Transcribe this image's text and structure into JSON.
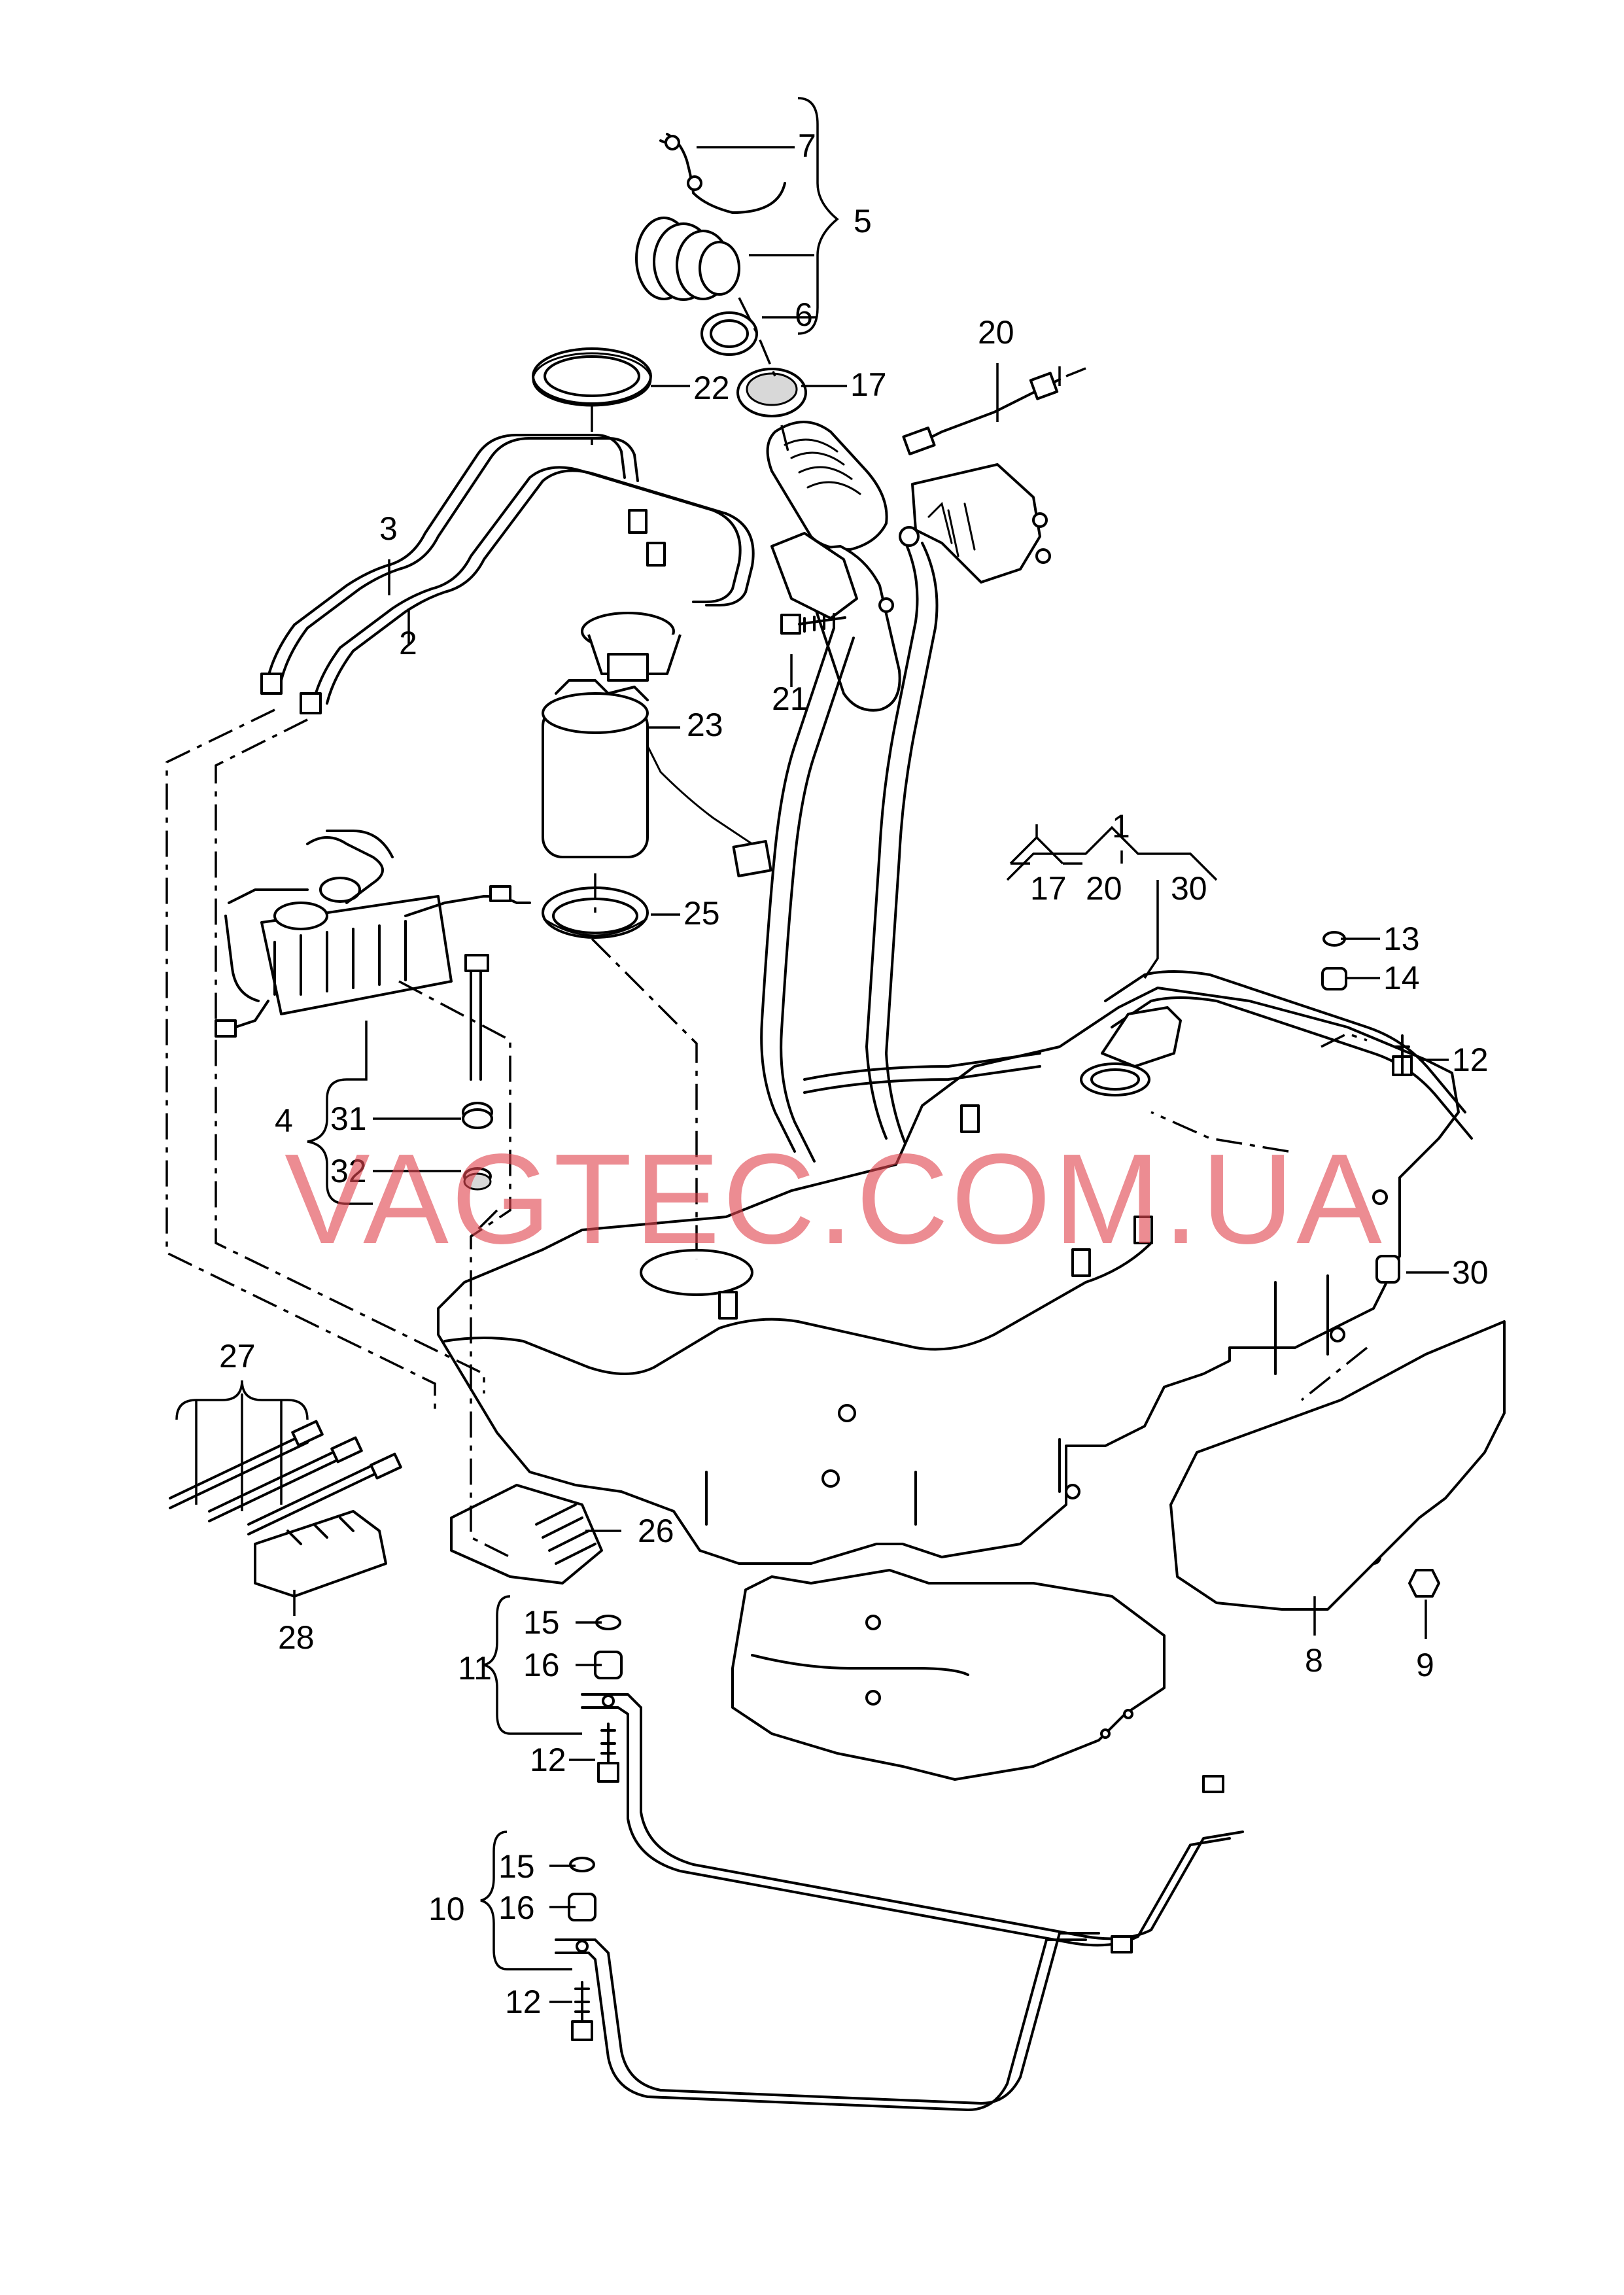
{
  "watermark": "VAGTEC.COM.UA",
  "callouts": {
    "c1": "1",
    "c2": "2",
    "c3": "3",
    "c4": "4",
    "c5": "5",
    "c6": "6",
    "c7": "7",
    "c8": "8",
    "c9": "9",
    "c10": "10",
    "c11": "11",
    "c12a": "12",
    "c12b": "12",
    "c12c": "12",
    "c13": "13",
    "c14": "14",
    "c15a": "15",
    "c15b": "15",
    "c16a": "16",
    "c16b": "16",
    "c17a": "17",
    "c17b": "17",
    "c20a": "20",
    "c20b": "20",
    "c21": "21",
    "c22": "22",
    "c23": "23",
    "c25": "25",
    "c26": "26",
    "c27": "27",
    "c28": "28",
    "c30a": "30",
    "c30b": "30",
    "c31": "31",
    "c32": "32"
  },
  "colors": {
    "line": "#000000",
    "watermark": "#e0454f",
    "background": "#ffffff"
  }
}
